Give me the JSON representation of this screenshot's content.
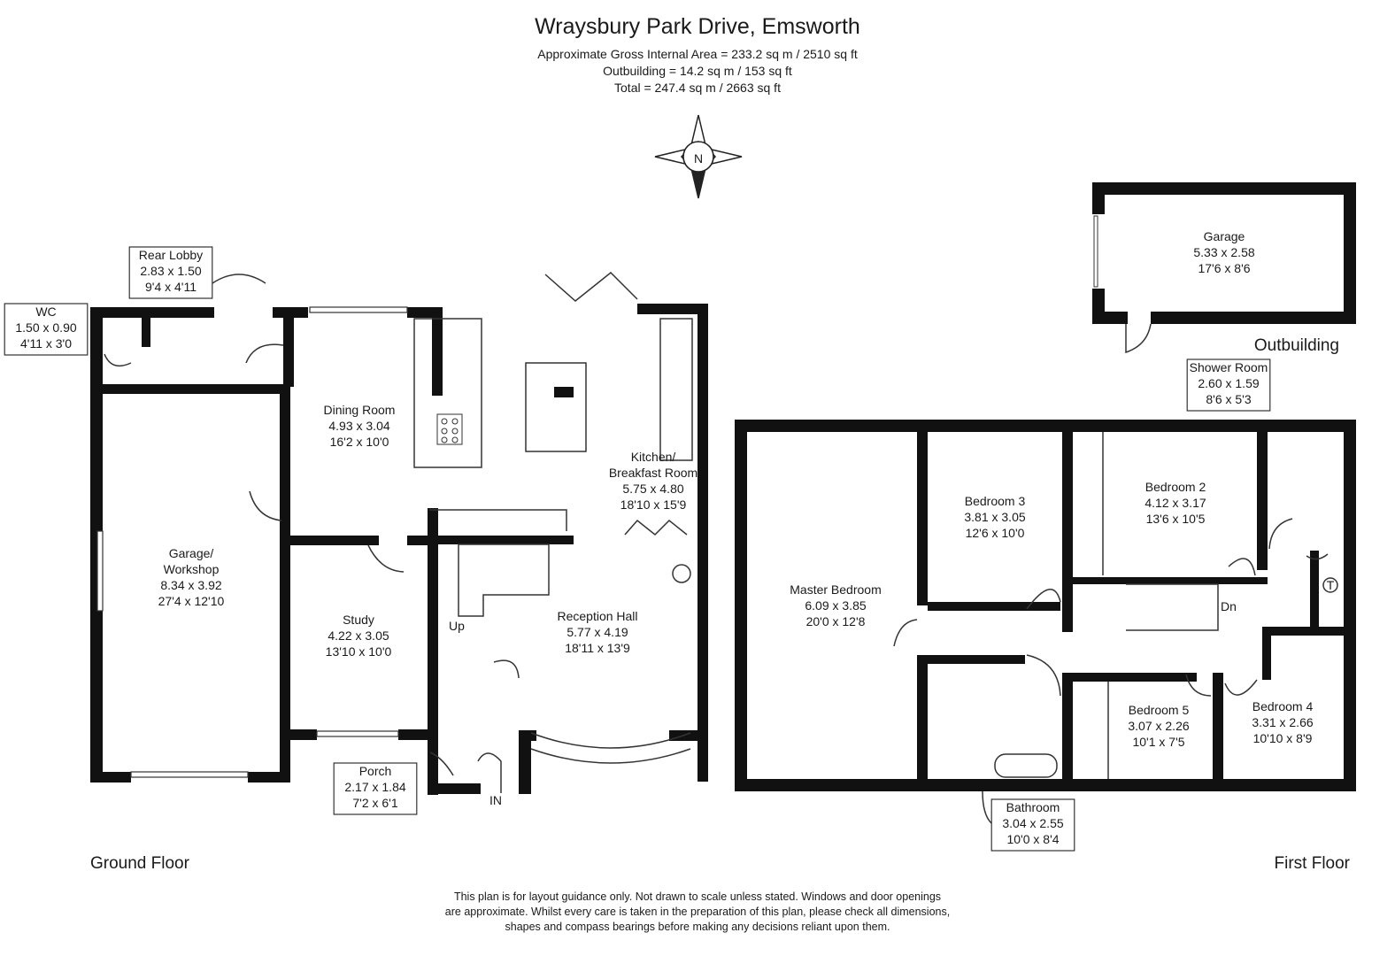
{
  "header": {
    "title": "Wraysbury Park Drive, Emsworth",
    "area_line1": "Approximate Gross Internal Area = 233.2 sq m / 2510 sq ft",
    "area_line2": "Outbuilding = 14.2 sq m / 153 sq ft",
    "area_line3": "Total = 247.4 sq m / 2663 sq ft"
  },
  "compass": {
    "label": "N"
  },
  "floors": {
    "ground": "Ground Floor",
    "first": "First Floor",
    "outbuilding": "Outbuilding"
  },
  "rooms": {
    "rear_lobby": [
      "Rear Lobby",
      "2.83 x 1.50",
      "9'4 x 4'11"
    ],
    "wc": [
      "WC",
      "1.50 x 0.90",
      "4'11 x 3'0"
    ],
    "dining": [
      "Dining Room",
      "4.93 x 3.04",
      "16'2 x 10'0"
    ],
    "kitchen": [
      "Kitchen/",
      "Breakfast Room",
      "5.75 x 4.80",
      "18'10 x 15'9"
    ],
    "garage_workshop": [
      "Garage/",
      "Workshop",
      "8.34 x 3.92",
      "27'4 x 12'10"
    ],
    "study": [
      "Study",
      "4.22 x 3.05",
      "13'10 x 10'0"
    ],
    "reception": [
      "Reception Hall",
      "5.77 x 4.19",
      "18'11 x 13'9"
    ],
    "porch": [
      "Porch",
      "2.17 x 1.84",
      "7'2 x 6'1"
    ],
    "garage": [
      "Garage",
      "5.33 x 2.58",
      "17'6 x 8'6"
    ],
    "shower": [
      "Shower Room",
      "2.60 x 1.59",
      "8'6 x 5'3"
    ],
    "master": [
      "Master Bedroom",
      "6.09 x 3.85",
      "20'0 x 12'8"
    ],
    "bed3": [
      "Bedroom 3",
      "3.81 x 3.05",
      "12'6 x 10'0"
    ],
    "bed2": [
      "Bedroom 2",
      "4.12 x 3.17",
      "13'6 x 10'5"
    ],
    "bed5": [
      "Bedroom 5",
      "3.07 x 2.26",
      "10'1 x 7'5"
    ],
    "bed4": [
      "Bedroom 4",
      "3.31 x 2.66",
      "10'10 x 8'9"
    ],
    "bathroom": [
      "Bathroom",
      "3.04 x 2.55",
      "10'0 x 8'4"
    ]
  },
  "stairs": {
    "up": "Up",
    "down": "Dn",
    "entrance": "IN",
    "tank": "T"
  },
  "footer": {
    "line1": "This plan is for layout guidance only. Not drawn to scale unless stated. Windows and door openings",
    "line2": "are approximate. Whilst every care is taken in the preparation of this plan, please check all dimensions,",
    "line3": "shapes and compass bearings before making any decisions reliant upon them."
  }
}
